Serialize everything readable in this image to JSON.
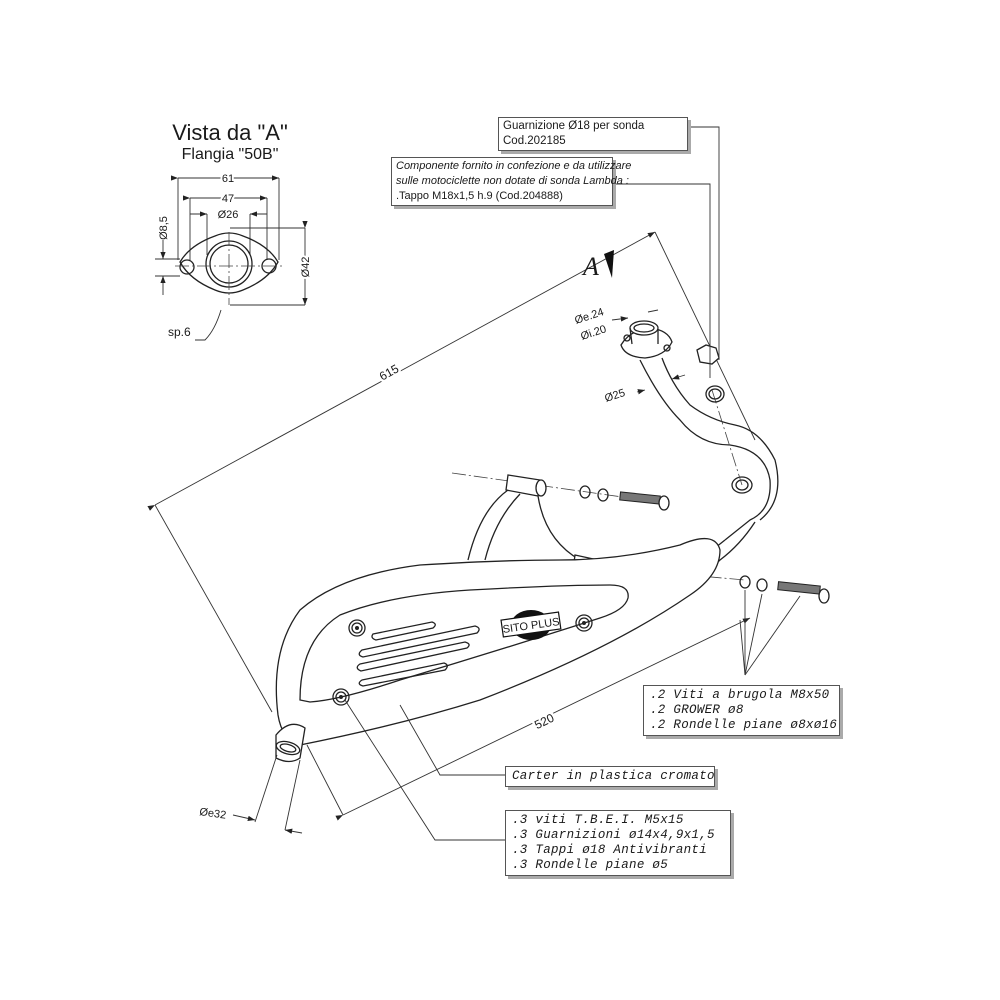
{
  "view": {
    "title": "Vista da \"A\"",
    "subtitle": "Flangia \"50B\""
  },
  "flange_dims": {
    "width_outer": "61",
    "hole_spacing": "47",
    "bore": "Ø26",
    "hole_dia": "Ø8,5",
    "height": "Ø42",
    "thickness": "sp.6"
  },
  "view_marker": "A",
  "dims": {
    "overall_length": "615",
    "silencer_length": "520",
    "inlet_outer": "Øe.24",
    "inlet_inner": "Øi.20",
    "pipe_dia": "Ø25",
    "outlet_outer": "Øe32"
  },
  "logo": "SITO PLUS",
  "callouts": {
    "gasket": [
      "Guarnizione Ø18 per sonda",
      "Cod.202185"
    ],
    "plug": [
      "Componente fornito in confezione e da utilizzare",
      "sulle motociclette non dotate di sonda Lambda :",
      ".Tappo M18x1,5 h.9 (Cod.204888)"
    ],
    "bolts": [
      ".2 Viti a brugola M8x50",
      ".2 GROWER ø8",
      ".2 Rondelle piane ø8xø16"
    ],
    "cover": [
      "Carter in plastica cromato"
    ],
    "screws": [
      ".3 viti T.B.E.I. M5x15",
      ".3 Guarnizioni ø14x4,9x1,5",
      ".3 Tappi ø18 Antivibranti",
      ".3 Rondelle piane ø5"
    ]
  }
}
